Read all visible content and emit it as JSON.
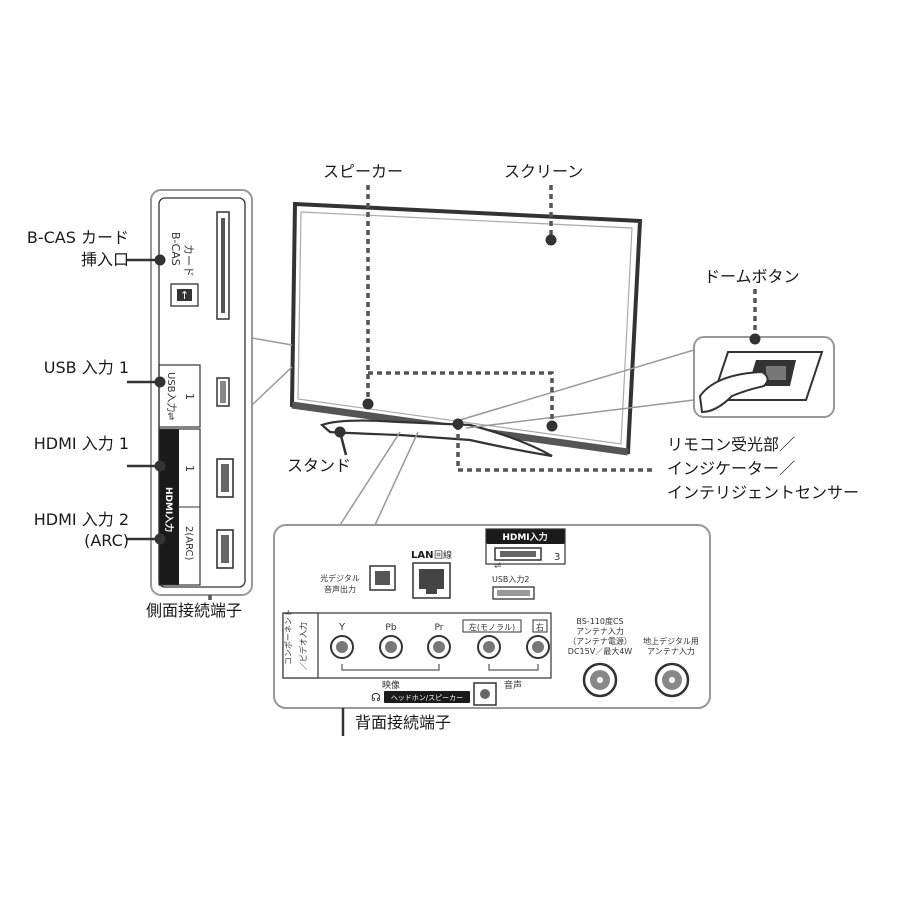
{
  "labels": {
    "speaker": "スピーカー",
    "screen": "スクリーン",
    "dome_button": "ドームボタン",
    "bcas_slot_line1": "B-CAS カード",
    "bcas_slot_line2": "挿入口",
    "usb1": "USB 入力 1",
    "hdmi1": "HDMI 入力 1",
    "hdmi2_line1": "HDMI 入力 2",
    "hdmi2_line2": "(ARC)",
    "stand": "スタンド",
    "sensor_line1": "リモコン受光部／",
    "sensor_line2": "インジケーター／",
    "sensor_line3": "インテリジェントセンサー",
    "side_terminals": "側面接続端子",
    "rear_terminals": "背面接続端子"
  },
  "side_panel": {
    "bcas_card_1": "B-CAS",
    "bcas_card_2": "カード",
    "usb_tag": "USB入力",
    "usb_num": "1",
    "hdmi_tag": "HDMI入力",
    "hdmi1_num": "1",
    "hdmi2_num": "2(ARC)"
  },
  "rear_panel": {
    "optical_1": "光デジタル",
    "optical_2": "音声出力",
    "lan": "LAN",
    "lan_suffix": "回線",
    "hdmi_header": "HDMI入力",
    "hdmi_num": "3",
    "usb2": "USB入力2",
    "component_1": "コンポーネント",
    "component_2": "／ビデオ入力",
    "y": "Y",
    "pb": "Pb",
    "pr": "Pr",
    "left_mono": "左(モノラル)",
    "right": "右",
    "video": "映像",
    "audio": "音声",
    "headphone": "ヘッドホン/スピーカー",
    "bs_1": "BS-110度CS",
    "bs_2": "アンテナ入力",
    "bs_3": "（アンテナ電源）",
    "bs_4": "DC15V／最大4W",
    "terr_1": "地上デジタル用",
    "terr_2": "アンテナ入力"
  }
}
